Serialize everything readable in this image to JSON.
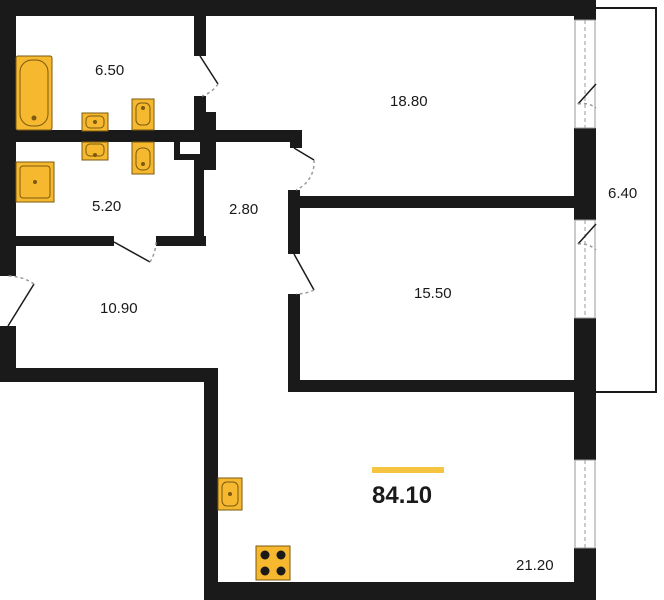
{
  "plan": {
    "total_area": "84.10",
    "rooms": [
      {
        "id": "bathroom",
        "area": "6.50"
      },
      {
        "id": "room-top",
        "area": "18.80"
      },
      {
        "id": "wc",
        "area": "5.20"
      },
      {
        "id": "corridor",
        "area": "2.80"
      },
      {
        "id": "balcony",
        "area": "6.40"
      },
      {
        "id": "hall",
        "area": "10.90"
      },
      {
        "id": "room-middle",
        "area": "15.50"
      },
      {
        "id": "kitchen",
        "area": "21.20"
      }
    ]
  },
  "colors": {
    "wall": "#1a1a1a",
    "fixture": "#f5b82e",
    "fixture_outline": "#7a5a10",
    "accent_bar": "#f5c542",
    "window": "#9a9a9a"
  }
}
